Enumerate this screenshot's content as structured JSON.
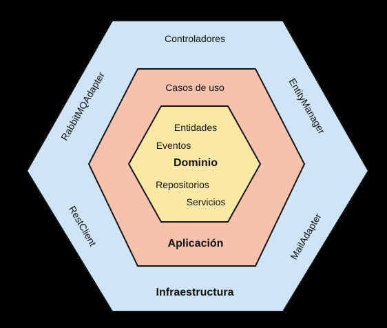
{
  "colors": {
    "background": "#000000",
    "outer_fill": "#cfe4f6",
    "middle_fill": "#f6c1ad",
    "inner_fill": "#fbe8a4",
    "stroke": "#111111"
  },
  "layers": {
    "infraestructura": {
      "title": "Infraestructura",
      "top_label": "Controladores",
      "top_right_label": "EntityManager",
      "bottom_right_label": "MailAdapter",
      "top_left_label": "RabbitMQAdapter",
      "bottom_left_label": "RestClient"
    },
    "aplicacion": {
      "title": "Aplicación",
      "top_label": "Casos de uso"
    },
    "dominio": {
      "title": "Dominio",
      "items": [
        "Entidades",
        "Eventos",
        "Repositorios",
        "Servicios"
      ]
    }
  }
}
